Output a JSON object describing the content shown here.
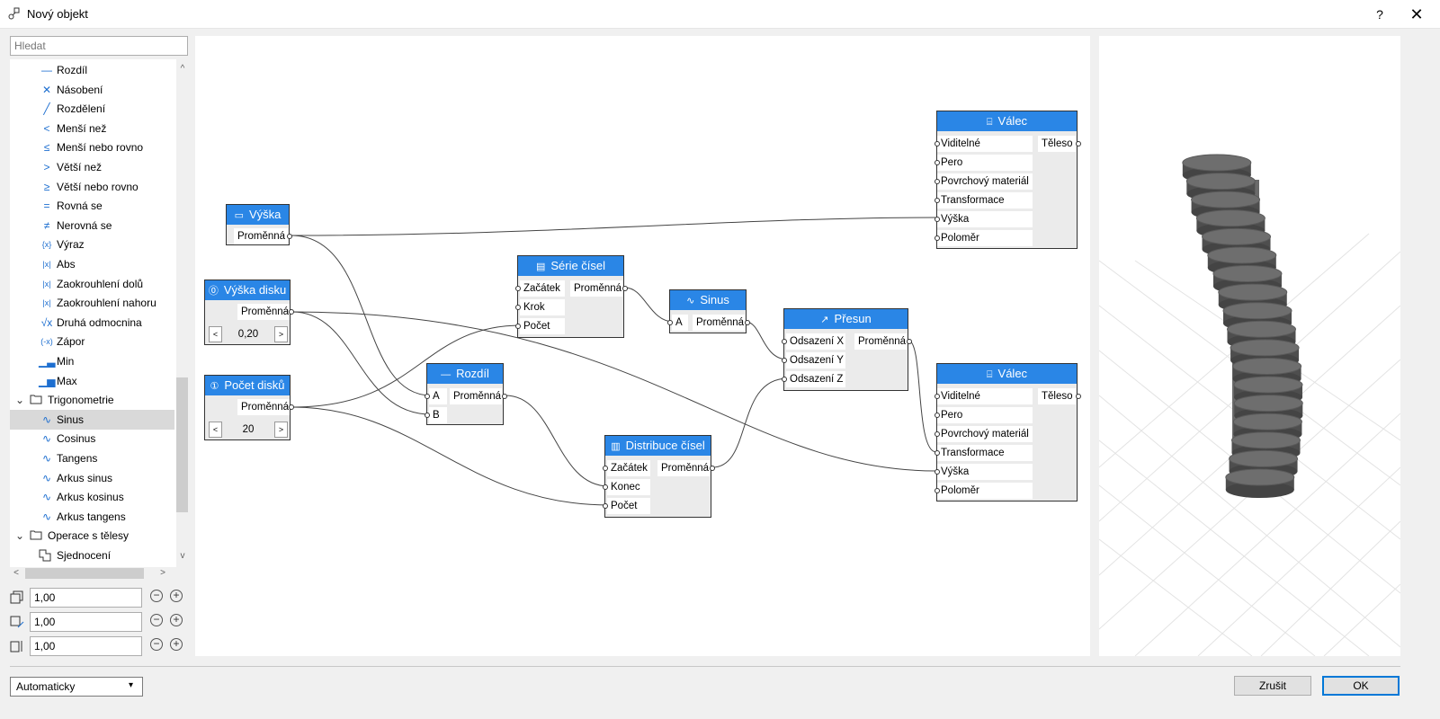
{
  "window": {
    "title": "Nový objekt",
    "help": "?",
    "close": "✕"
  },
  "search": {
    "placeholder": "Hledat"
  },
  "tree": [
    {
      "label": "Rozdíl",
      "icon": "—",
      "indent": 2
    },
    {
      "label": "Násobení",
      "icon": "✕",
      "indent": 2
    },
    {
      "label": "Rozdělení",
      "icon": "╱",
      "indent": 2
    },
    {
      "label": "Menší než",
      "icon": "<",
      "indent": 2
    },
    {
      "label": "Menší nebo rovno",
      "icon": "≤",
      "indent": 2
    },
    {
      "label": "Větší než",
      "icon": ">",
      "indent": 2
    },
    {
      "label": "Větší nebo rovno",
      "icon": "≥",
      "indent": 2
    },
    {
      "label": "Rovná se",
      "icon": "=",
      "indent": 2
    },
    {
      "label": "Nerovná se",
      "icon": "≠",
      "indent": 2
    },
    {
      "label": "Výraz",
      "icon": "{x}",
      "indent": 2
    },
    {
      "label": "Abs",
      "icon": "|x|",
      "indent": 2
    },
    {
      "label": "Zaokrouhlení dolů",
      "icon": "|x|",
      "indent": 2
    },
    {
      "label": "Zaokrouhlení nahoru",
      "icon": "|x|",
      "indent": 2
    },
    {
      "label": "Druhá odmocnina",
      "icon": "√x",
      "indent": 2
    },
    {
      "label": "Zápor",
      "icon": "(-x)",
      "indent": 2
    },
    {
      "label": "Min",
      "icon": "▁▃",
      "indent": 2
    },
    {
      "label": "Max",
      "icon": "▁▅",
      "indent": 2
    },
    {
      "label": "Trigonometrie",
      "icon": "folder",
      "indent": 1,
      "expanded": true
    },
    {
      "label": "Sinus",
      "icon": "∿",
      "indent": 2,
      "selected": true
    },
    {
      "label": "Cosinus",
      "icon": "∿",
      "indent": 2
    },
    {
      "label": "Tangens",
      "icon": "∿",
      "indent": 2
    },
    {
      "label": "Arkus sinus",
      "icon": "∿",
      "indent": 2
    },
    {
      "label": "Arkus kosinus",
      "icon": "∿",
      "indent": 2
    },
    {
      "label": "Arkus tangens",
      "icon": "∿",
      "indent": 2
    },
    {
      "label": "Operace s tělesy",
      "icon": "folder",
      "indent": 1,
      "expanded": true
    },
    {
      "label": "Sjednocení",
      "icon": "union",
      "indent": 2
    }
  ],
  "scales": [
    {
      "value": "1,00",
      "icon": "scale-x-icon"
    },
    {
      "value": "1,00",
      "icon": "scale-y-icon"
    },
    {
      "value": "1,00",
      "icon": "scale-z-icon"
    }
  ],
  "nodes": {
    "vyska": {
      "title": "Výška",
      "out": "Proměnná"
    },
    "vyska_disku": {
      "title": "Výška disku",
      "out": "Proměnná",
      "value": "0,20"
    },
    "pocet_disku": {
      "title": "Počet disků",
      "out": "Proměnná",
      "value": "20"
    },
    "rozdil": {
      "title": "Rozdíl",
      "in": [
        "A",
        "B"
      ],
      "out": "Proměnná"
    },
    "serie": {
      "title": "Série čísel",
      "in": [
        "Začátek",
        "Krok",
        "Počet"
      ],
      "out": "Proměnná"
    },
    "sinus": {
      "title": "Sinus",
      "in": [
        "A"
      ],
      "out": "Proměnná"
    },
    "presun": {
      "title": "Přesun",
      "in": [
        "Odsazení X",
        "Odsazení Y",
        "Odsazení Z"
      ],
      "out": "Proměnná"
    },
    "distribuce": {
      "title": "Distribuce čísel",
      "in": [
        "Začátek",
        "Konec",
        "Počet"
      ],
      "out": "Proměnná"
    },
    "valec1": {
      "title": "Válec",
      "in": [
        "Viditelné",
        "Pero",
        "Povrchový materiál",
        "Transformace",
        "Výška",
        "Poloměr"
      ],
      "out": "Těleso"
    },
    "valec2": {
      "title": "Válec",
      "in": [
        "Viditelné",
        "Pero",
        "Povrchový materiál",
        "Transformace",
        "Výška",
        "Poloměr"
      ],
      "out": "Těleso"
    }
  },
  "stepper": {
    "dec": "<",
    "inc": ">"
  },
  "bottom": {
    "mode": "Automaticky",
    "cancel": "Zrušit",
    "ok": "OK"
  },
  "colors": {
    "node_header": "#2a86e6",
    "accent": "#0078d7"
  }
}
